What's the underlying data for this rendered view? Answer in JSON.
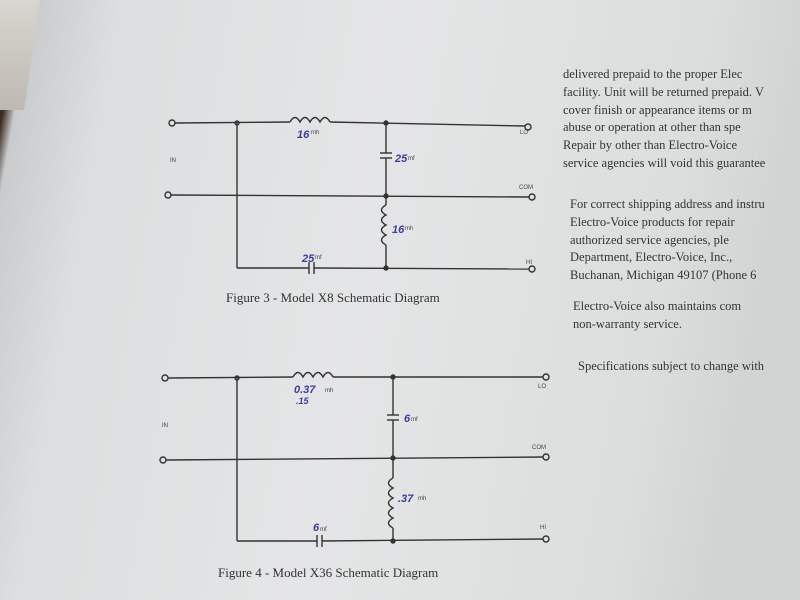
{
  "figures": [
    {
      "caption": "Figure 3 - Model X8 Schematic Diagram",
      "terminals": {
        "in": "IN",
        "lo": "LO",
        "com": "COM",
        "hi": "HI"
      },
      "components": {
        "series_inductor": {
          "value": "16",
          "unit": "mh"
        },
        "shunt_capacitor": {
          "value": "25",
          "unit": "mf"
        },
        "shunt_inductor": {
          "value": "16",
          "unit": "mh"
        },
        "series_capacitor": {
          "value": "25",
          "unit": "mf"
        }
      }
    },
    {
      "caption": "Figure 4 - Model X36 Schematic Diagram",
      "terminals": {
        "in": "IN",
        "lo": "LO",
        "com": "COM",
        "hi": "HI"
      },
      "components": {
        "series_inductor": {
          "value": "0.37",
          "note": ".15",
          "unit": "mh"
        },
        "shunt_capacitor": {
          "value": "6",
          "unit": "mf"
        },
        "shunt_inductor": {
          "value": ".37",
          "unit": "mh"
        },
        "series_capacitor": {
          "value": "6",
          "unit": "mf"
        }
      }
    }
  ],
  "text": {
    "paragraph1": [
      "delivered prepaid to the proper Elec",
      "facility. Unit will be returned prepaid. V",
      "cover finish or appearance items or m",
      "abuse or operation at other than spe",
      "Repair by other than Electro-Voice",
      "service agencies will void this guarantee"
    ],
    "paragraph2": [
      "For correct shipping address and instru",
      "Electro-Voice products for repair",
      "authorized service agencies, ple",
      "Department, Electro-Voice, Inc.,",
      "Buchanan, Michigan 49107 (Phone 6"
    ],
    "paragraph3": [
      "Electro-Voice also maintains com",
      "non-warranty service."
    ],
    "paragraph4": [
      "Specifications subject to change with"
    ]
  }
}
